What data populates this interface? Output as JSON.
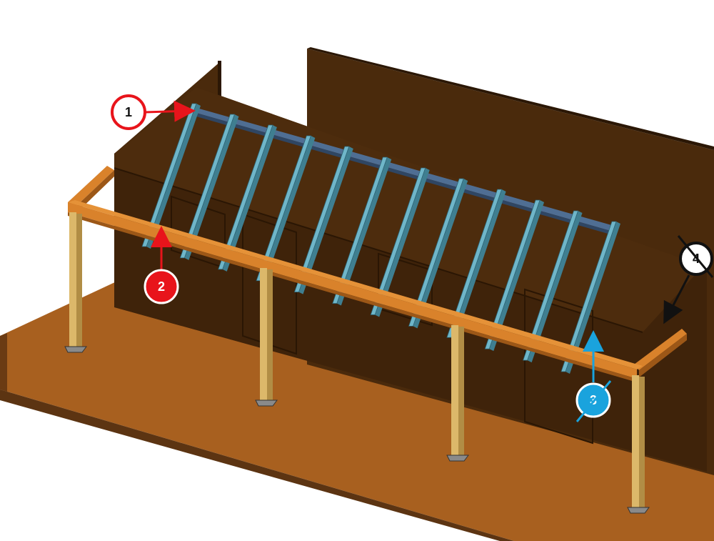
{
  "callouts": [
    {
      "id": "1",
      "label": "1",
      "color": "#e8141b",
      "crossed": false,
      "style": "outline"
    },
    {
      "id": "2",
      "label": "2",
      "color": "#e8141b",
      "crossed": false,
      "style": "filled"
    },
    {
      "id": "3",
      "label": "3",
      "color": "#1aa3dd",
      "crossed": true,
      "style": "filled"
    },
    {
      "id": "4",
      "label": "4",
      "color": "#111111",
      "crossed": true,
      "style": "outline"
    }
  ],
  "colors": {
    "wall": "#4a2a0c",
    "wall_dark": "#3a2008",
    "floor": "#a8601f",
    "floor_edge": "#5c3412",
    "beam": "#d9822b",
    "beam_dark": "#9c5717",
    "post": "#dcb86a",
    "post_dark": "#b18d45",
    "rafter": "#6fb6c9",
    "rafter_dark": "#3f7f91",
    "ledger": "#4f6e93"
  }
}
